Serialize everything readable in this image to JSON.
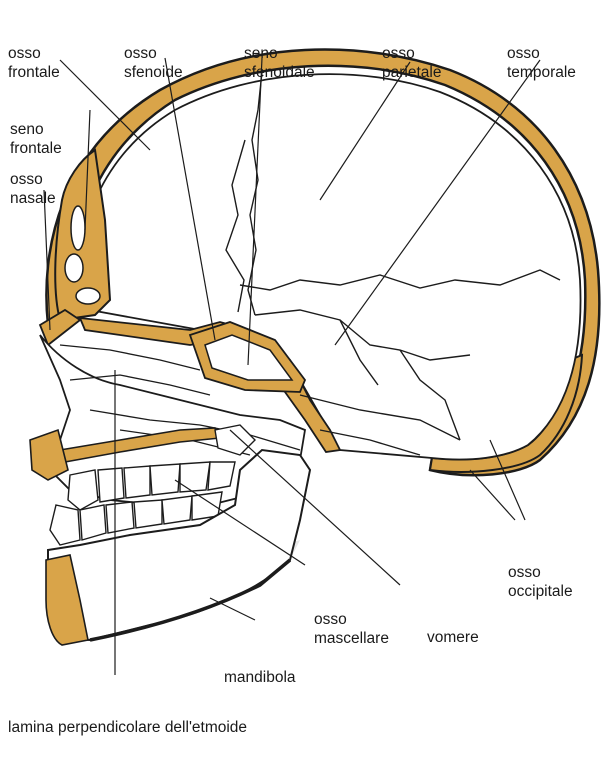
{
  "colors": {
    "bone": "#d9a449",
    "bone_stroke": "#1c1c1c",
    "skull_fill": "#ffffff",
    "shadow": "#e6e6e6",
    "label_text": "#1a1a1a"
  },
  "labels": {
    "osso_frontale": [
      "osso",
      "frontale"
    ],
    "osso_sfenoide": [
      "osso",
      "sfenoide"
    ],
    "seno_sfenoidale": [
      "seno",
      "sfenoidale"
    ],
    "osso_parietale": [
      "osso",
      "parietale"
    ],
    "osso_temporale": [
      "osso",
      "temporale"
    ],
    "seno_frontale": [
      "seno",
      "frontale"
    ],
    "osso_nasale": [
      "osso",
      "nasale"
    ],
    "osso_occipitale": [
      "osso",
      "occipitale"
    ],
    "vomere": "vomere",
    "osso_mascellare": [
      "osso",
      "mascellare"
    ],
    "mandibola": "mandibola",
    "lamina": "lamina perpendicolare dell'etmoide"
  }
}
